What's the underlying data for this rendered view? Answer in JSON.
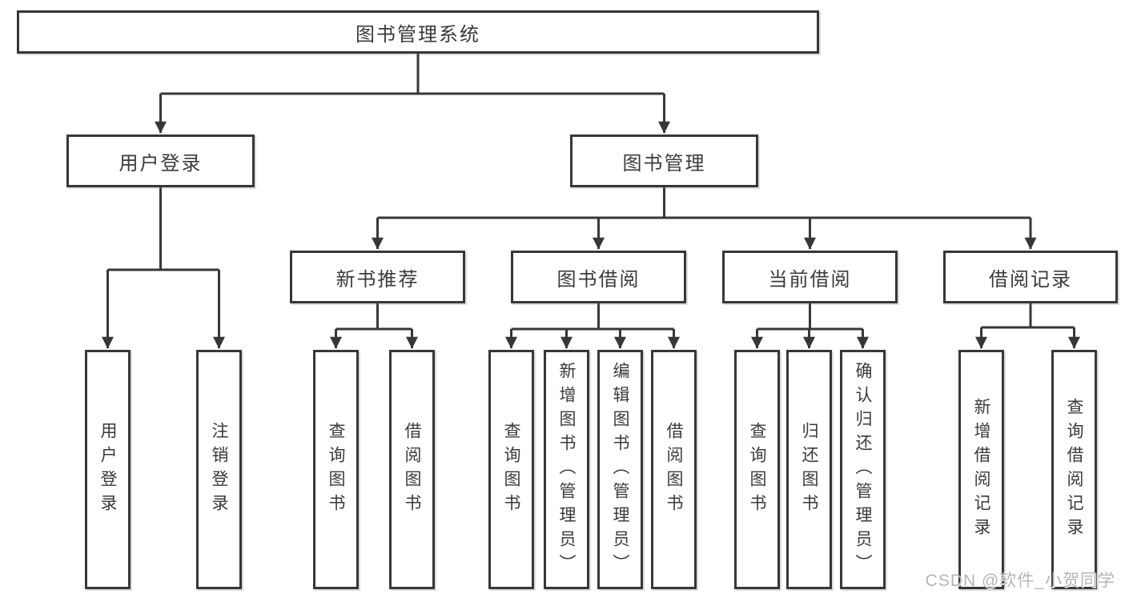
{
  "diagram": {
    "title": "图书管理系统",
    "root": {
      "label": "图书管理系统"
    },
    "level1": [
      {
        "label": "用户登录"
      },
      {
        "label": "图书管理"
      }
    ],
    "level2": [
      {
        "label": "新书推荐"
      },
      {
        "label": "图书借阅"
      },
      {
        "label": "当前借阅"
      },
      {
        "label": "借阅记录"
      }
    ],
    "leaves": {
      "user_login": [
        "用户登录",
        "注销登录"
      ],
      "new_books": [
        "查询图书",
        "借阅图书"
      ],
      "book_borrow": [
        "查询图书",
        "新增图书（管理员）",
        "编辑图书（管理员）",
        "借阅图书"
      ],
      "current_borrow": [
        "查询图书",
        "归还图书",
        "确认归还（管理员）"
      ],
      "borrow_records": [
        "新增借阅记录",
        "查询借阅记录"
      ]
    }
  },
  "watermark": {
    "text": "CSDN @软件_小贺同学"
  },
  "colors": {
    "line": "#373737",
    "text": "#3a3a3a",
    "box_fill": "#ffffff",
    "watermark": "#b5b5b5",
    "background": "#ffffff"
  }
}
